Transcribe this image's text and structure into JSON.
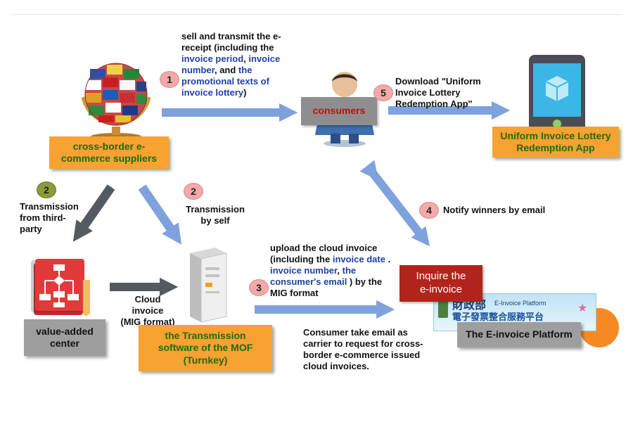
{
  "steps": {
    "s1": {
      "num": "1",
      "line1": "sell and transmit the e-",
      "line2": "receipt (including  the",
      "hl1": "invoice period",
      "sep1": ", ",
      "hl2": "invoice",
      "hl3": "number",
      "sep2": ", and ",
      "hl4": "the",
      "hl5": "promotional texts of",
      "hl6": "invoice lottery",
      "tail": ")"
    },
    "s2a": {
      "num": "2",
      "l1": "Transmission",
      "l2": "from third-",
      "l3": "party"
    },
    "s2b": {
      "num": "2",
      "l1": "Transmission",
      "l2": "by self"
    },
    "s3": {
      "num": "3",
      "l1": "upload the cloud invoice",
      "l2a": "(including the ",
      "hl1": "invoice date",
      "l2b": " .",
      "hl2": "invoice number",
      "sep": ", ",
      "hl3": "the",
      "hl4": "consumer's email",
      "l4b": " ) by the",
      "l5": "MIG format"
    },
    "s4": {
      "num": "4",
      "text": "Notify winners by email"
    },
    "s5": {
      "num": "5",
      "l1": "Download \"Uniform",
      "l2": "Invoice Lottery",
      "l3": "Redemption App\""
    }
  },
  "nodes": {
    "suppliers": {
      "l1": "cross-border e-",
      "l2": "commerce suppliers"
    },
    "consumers": "consumers",
    "app": {
      "l1": "Uniform Invoice Lottery",
      "l2": "Redemption App"
    },
    "value_added": {
      "l1": "value-added",
      "l2": "center"
    },
    "turnkey": {
      "l1": "the Transmission",
      "l2": "software of the MOF",
      "l3": "(Turnkey)"
    },
    "inquire": {
      "l1": "Inquire the",
      "l2": "e-invoice"
    },
    "platform": "The E-invoice Platform"
  },
  "labels": {
    "cloud": {
      "l1": "Cloud",
      "l2": "invoice",
      "l3": "(MIG format)"
    },
    "consumer_note": {
      "l1": "Consumer take email as",
      "l2": "carrier to request for cross-",
      "l3": "border e-commerce issued",
      "l4": "cloud invoices."
    }
  },
  "banner": {
    "title_cn": "財政部",
    "subtitle_en": "E-Invoice Platform",
    "title_cn2": "電子發票整合服務平台"
  },
  "colors": {
    "orange_box": "#f7a231",
    "orange_text": "#1f6b0f",
    "gray_box": "#9e9e9e",
    "red_box": "#b1241b",
    "blue_arrow": "#7fa2dd",
    "dark_arrow": "#555a60",
    "highlight_text": "#1f3fa8",
    "badge_pink": "#f4a9a8",
    "badge_olive": "#8c9a3a"
  },
  "icons": [
    "globe-icon",
    "businessman-icon",
    "smartphone-icon",
    "flowchart-document-icon",
    "server-icon",
    "orange-circle-icon"
  ]
}
